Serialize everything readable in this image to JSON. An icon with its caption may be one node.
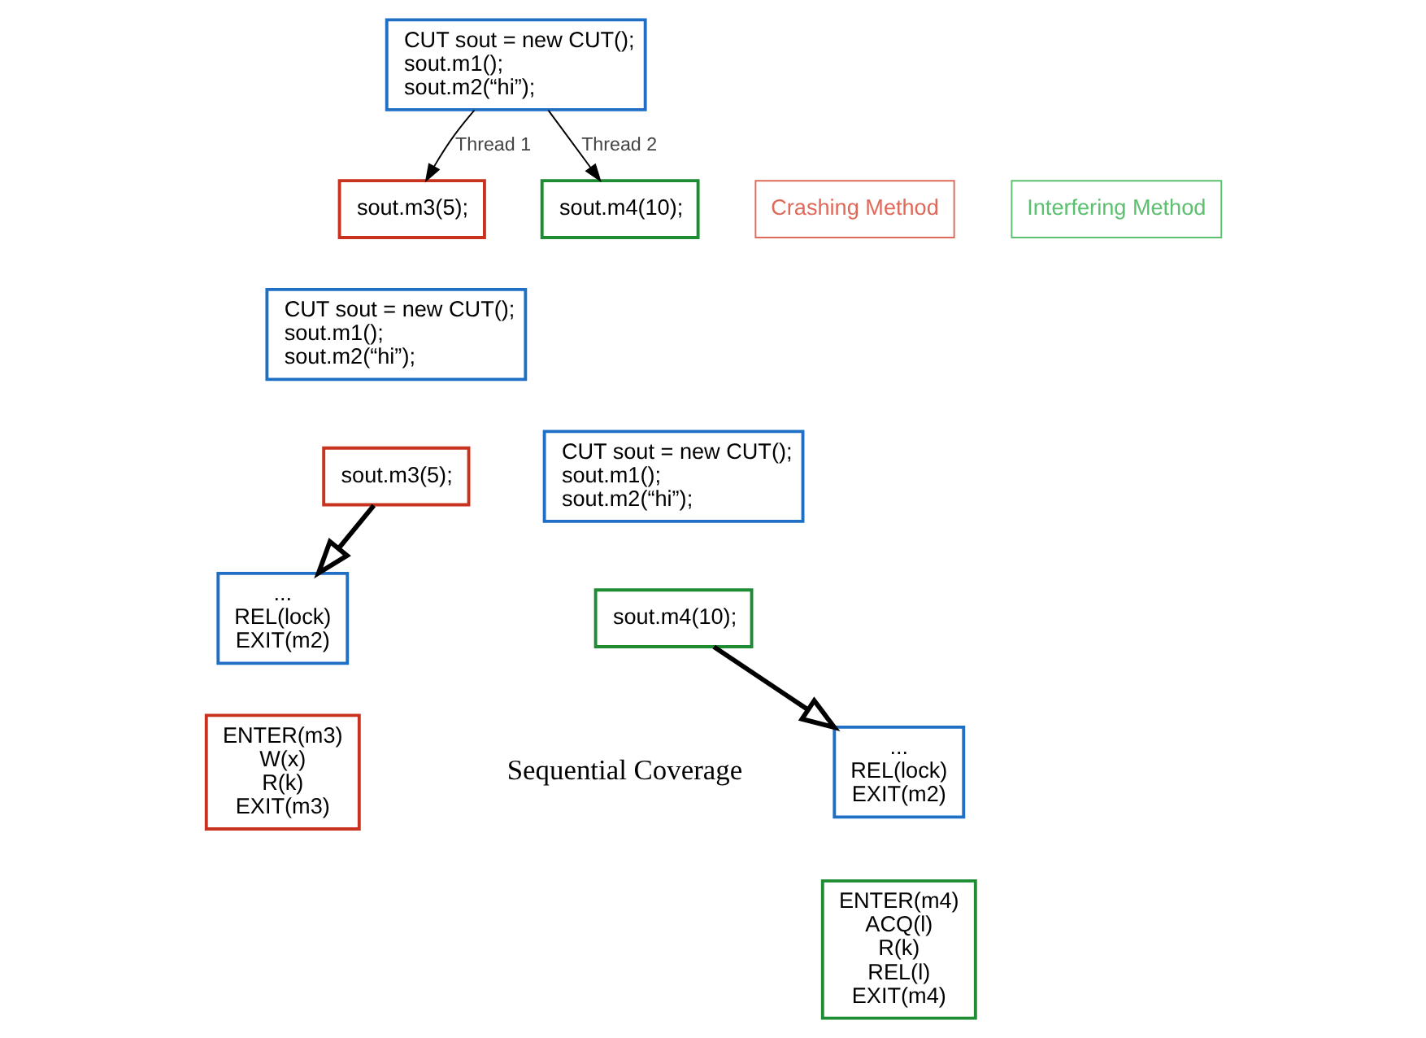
{
  "diagram": {
    "nodes": [
      {
        "text": [
          "CUT sout = new CUT();",
          "sout.m1();",
          "sout.m2(“hi”);"
        ]
      },
      {
        "text": [
          "sout.m3(5);"
        ]
      },
      {
        "text": [
          "sout.m4(10);"
        ]
      },
      {
        "text": [
          "Crashing Method"
        ]
      },
      {
        "text": [
          "Interfering Method"
        ]
      },
      {
        "text": [
          "CUT sout = new CUT();",
          "sout.m1();",
          "sout.m2(“hi”);"
        ]
      },
      {
        "text": [
          "sout.m3(5);"
        ]
      },
      {
        "text": [
          "CUT sout = new CUT();",
          "sout.m1();",
          "sout.m2(“hi”);"
        ]
      },
      {
        "text": [
          "sout.m4(10);"
        ]
      },
      {
        "text": [
          "...",
          "REL(lock)",
          "EXIT(m2)"
        ]
      },
      {
        "text": [
          "ENTER(m3)",
          "W(x)",
          "R(k)",
          "EXIT(m3)"
        ]
      },
      {
        "text": [
          "...",
          "REL(lock)",
          "EXIT(m2)"
        ]
      },
      {
        "text": [
          "ENTER(m4)",
          "ACQ(l)",
          "R(k)",
          "REL(l)",
          "EXIT(m4)"
        ]
      }
    ],
    "edges": [
      {
        "from": 0,
        "to": 1,
        "label": "Thread 1",
        "arrow": "to"
      },
      {
        "from": 0,
        "to": 2,
        "label": "Thread 2",
        "arrow": "to"
      },
      {
        "from": 6,
        "to": 9,
        "arrow": "to",
        "style": "thick"
      },
      {
        "from": 8,
        "to": 11,
        "arrow": "to",
        "style": "thick"
      }
    ],
    "labels": [
      "Sequential Coverage"
    ]
  }
}
